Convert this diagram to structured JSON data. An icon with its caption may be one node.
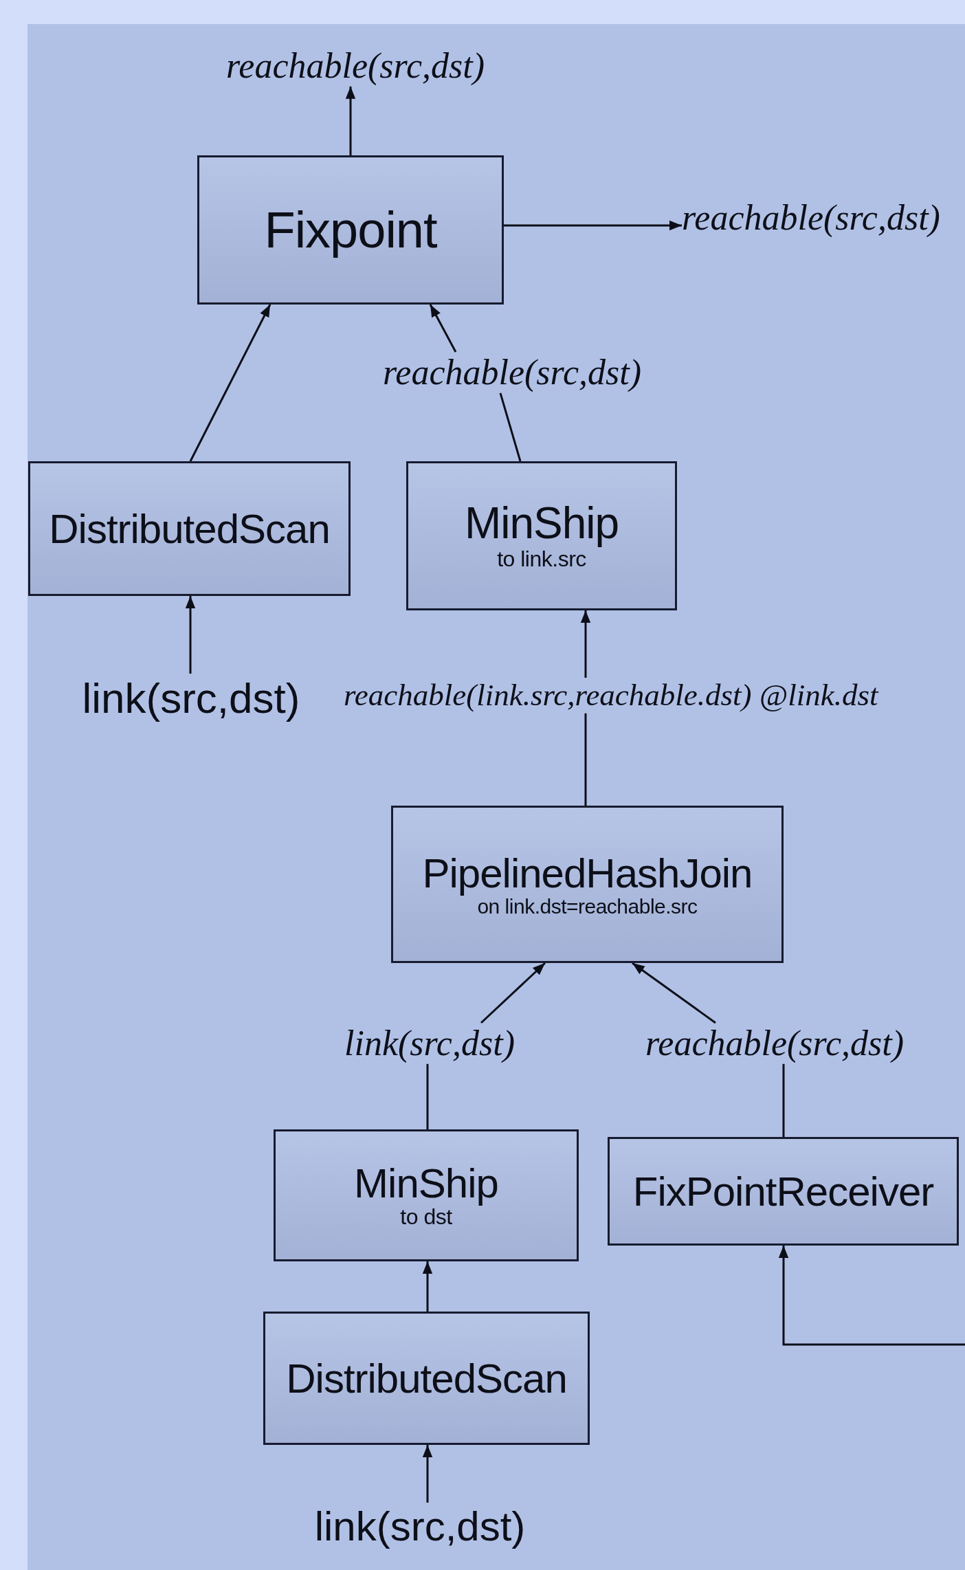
{
  "diagram": {
    "nodes": [
      {
        "text": [
          "reachable(src,dst)"
        ]
      },
      {
        "text": [
          "Fixpoint"
        ]
      },
      {
        "text": [
          "reachable(src,dst)"
        ]
      },
      {
        "text": [
          "reachable(src,dst)"
        ]
      },
      {
        "text": [
          "DistributedScan"
        ]
      },
      {
        "text": [
          "MinShip",
          "to link.src"
        ]
      },
      {
        "text": [
          "link(src,dst)"
        ]
      },
      {
        "text": [
          "reachable(link.src,reachable.dst) @link.dst"
        ]
      },
      {
        "text": [
          "PipelinedHashJoin",
          "on link.dst=reachable.src"
        ]
      },
      {
        "text": [
          "link(src,dst)"
        ]
      },
      {
        "text": [
          "reachable(src,dst)"
        ]
      },
      {
        "text": [
          "MinShip",
          "to dst"
        ]
      },
      {
        "text": [
          "FixPointReceiver"
        ]
      },
      {
        "text": [
          "DistributedScan"
        ]
      },
      {
        "text": [
          "link(src,dst)"
        ]
      }
    ],
    "edges": [
      {
        "from": 1,
        "to": 0,
        "arrow": "to"
      },
      {
        "from": 1,
        "to": 2,
        "arrow": "to"
      },
      {
        "from": 4,
        "to": 1,
        "arrow": "to"
      },
      {
        "from": 3,
        "to": 1,
        "arrow": "to"
      },
      {
        "from": 5,
        "to": 3,
        "arrow": "none"
      },
      {
        "from": 6,
        "to": 4,
        "arrow": "to"
      },
      {
        "from": 7,
        "to": 5,
        "arrow": "to"
      },
      {
        "from": 8,
        "to": 7,
        "arrow": "none"
      },
      {
        "from": 9,
        "to": 8,
        "arrow": "to"
      },
      {
        "from": 10,
        "to": 8,
        "arrow": "to"
      },
      {
        "from": 11,
        "to": 9,
        "arrow": "none"
      },
      {
        "from": 12,
        "to": 10,
        "arrow": "none"
      },
      {
        "from": 13,
        "to": 11,
        "arrow": "to"
      },
      {
        "from": 14,
        "to": 13,
        "arrow": "to"
      },
      {
        "from": null,
        "to": 12,
        "arrow": "to"
      }
    ]
  }
}
